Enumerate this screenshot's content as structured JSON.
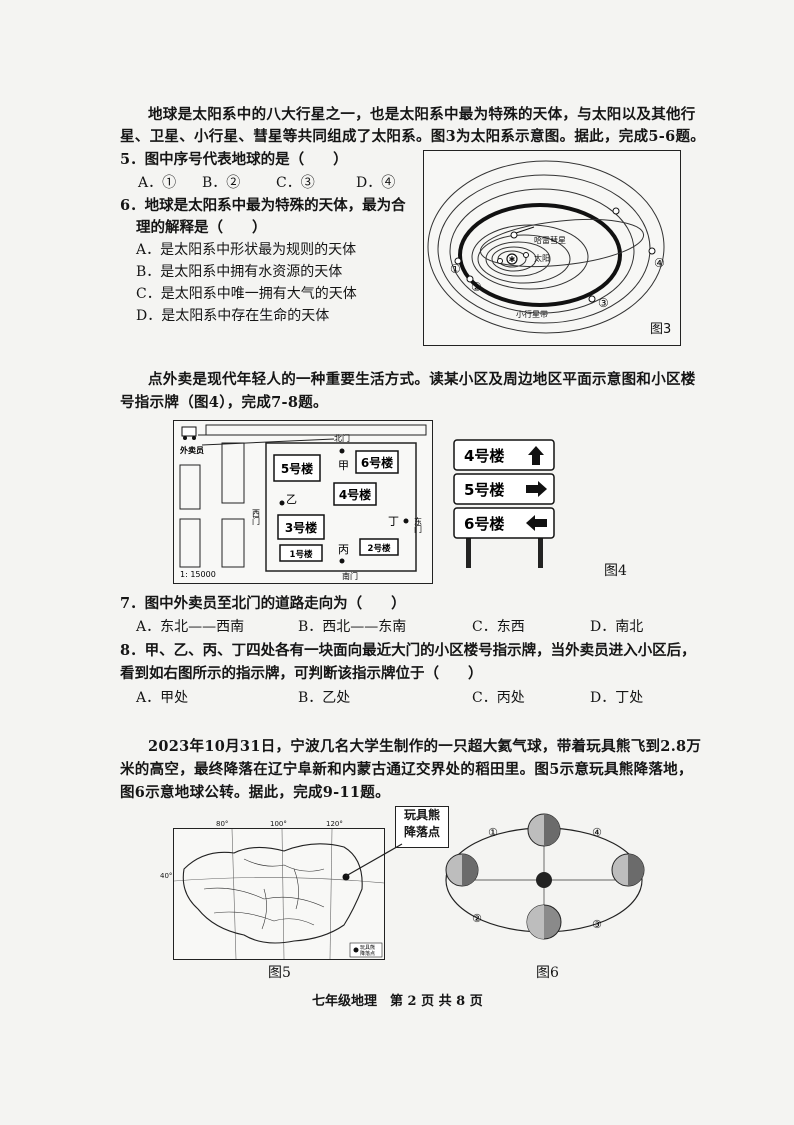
{
  "intro1": {
    "line1": "地球是太阳系中的八大行星之一，也是太阳系中最为特殊的天体，与太阳以及其他行",
    "line2": "星、卫星、小行星、彗星等共同组成了太阳系。图3为太阳系示意图。据此，完成5-6题。"
  },
  "q5": {
    "stem": "5．图中序号代表地球的是（　　）",
    "options": [
      "A．①",
      "B．②",
      "C．③",
      "D．④"
    ]
  },
  "q6": {
    "stem_line1": "6．地球是太阳系中最为特殊的天体，最为合",
    "stem_line2": "理的解释是（　　）",
    "options": [
      "A．是太阳系中形状最为规则的天体",
      "B．是太阳系中拥有水资源的天体",
      "C．是太阳系中唯一拥有大气的天体",
      "D．是太阳系中存在生命的天体"
    ]
  },
  "fig3": {
    "caption": "图3",
    "labels": {
      "sun": "太阳",
      "comet": "哈雷彗星",
      "asteroid": "小行星带"
    },
    "markers": [
      "①",
      "②",
      "③",
      "④"
    ]
  },
  "intro2": {
    "line1": "点外卖是现代年轻人的一种重要生活方式。读某小区及周边地区平面示意图和小区楼",
    "line2": "号指示牌（图4），完成7-8题。"
  },
  "fig4": {
    "caption": "图4",
    "courier": "外卖员",
    "scale": "1: 15000",
    "gates": {
      "north": "北门",
      "west": "西门",
      "east": "东门",
      "south": "南门"
    },
    "buildings": [
      "5号楼",
      "6号楼",
      "4号楼",
      "3号楼",
      "1号楼",
      "2号楼"
    ],
    "points": [
      "甲",
      "乙",
      "丙",
      "丁"
    ],
    "signs": [
      {
        "text": "4号楼",
        "arrow": "up"
      },
      {
        "text": "5号楼",
        "arrow": "right"
      },
      {
        "text": "6号楼",
        "arrow": "left"
      }
    ]
  },
  "q7": {
    "stem": "7．图中外卖员至北门的道路走向为（　　）",
    "options": [
      "A．东北——西南",
      "B．西北——东南",
      "C．东西",
      "D．南北"
    ]
  },
  "q8": {
    "stem_line1": "8．甲、乙、丙、丁四处各有一块面向最近大门的小区楼号指示牌，当外卖员进入小区后，",
    "stem_line2": "看到如右图所示的指示牌，可判断该指示牌位于（　　）",
    "options": [
      "A．甲处",
      "B．乙处",
      "C．丙处",
      "D．丁处"
    ]
  },
  "intro3": {
    "line1": "2023年10月31日，宁波几名大学生制作的一只超大氦气球，带着玩具熊飞到2.8万",
    "line2": "米的高空，最终降落在辽宁阜新和内蒙古通辽交界处的稻田里。图5示意玩具熊降落地，",
    "line3": "图6示意地球公转。据此，完成9-11题。"
  },
  "fig5": {
    "caption": "图5",
    "callout_line1": "玩具熊",
    "callout_line2": "降落点",
    "lon": [
      "80°",
      "100°",
      "120°"
    ],
    "lat": "40°",
    "legend_line1": "玩具熊",
    "legend_line2": "降落点"
  },
  "fig6": {
    "caption": "图6",
    "nums": [
      "①",
      "②",
      "③",
      "④"
    ]
  },
  "footer": "七年级地理　第 2 页 共 8 页"
}
